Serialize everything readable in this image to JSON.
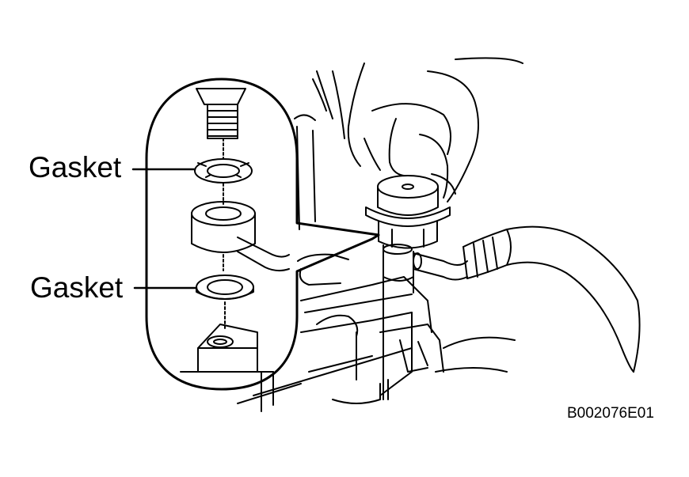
{
  "callouts": {
    "upper_gasket": "Gasket",
    "lower_gasket": "Gasket"
  },
  "figure_code": "B002076E01",
  "colors": {
    "ink": "#000000",
    "paper": "#ffffff"
  }
}
